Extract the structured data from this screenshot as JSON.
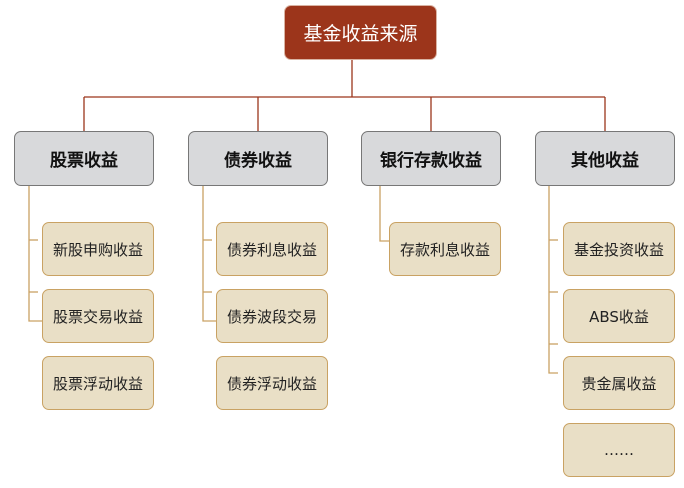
{
  "root": {
    "label": "基金收益来源"
  },
  "categories": [
    {
      "label": "股票收益",
      "children": [
        "新股申购收益",
        "股票交易收益",
        "股票浮动收益"
      ]
    },
    {
      "label": "债券收益",
      "children": [
        "债券利息收益",
        "债券波段交易",
        "债券浮动收益"
      ]
    },
    {
      "label": "银行存款收益",
      "children": [
        "存款利息收益"
      ]
    },
    {
      "label": "其他收益",
      "children": [
        "基金投资收益",
        "ABS收益",
        "贵金属收益",
        "……"
      ]
    }
  ],
  "colors": {
    "root": "#9c351b",
    "category": "#d8d9db",
    "leaf": "#e9dfc6",
    "leaf_line": "#c9a263"
  }
}
